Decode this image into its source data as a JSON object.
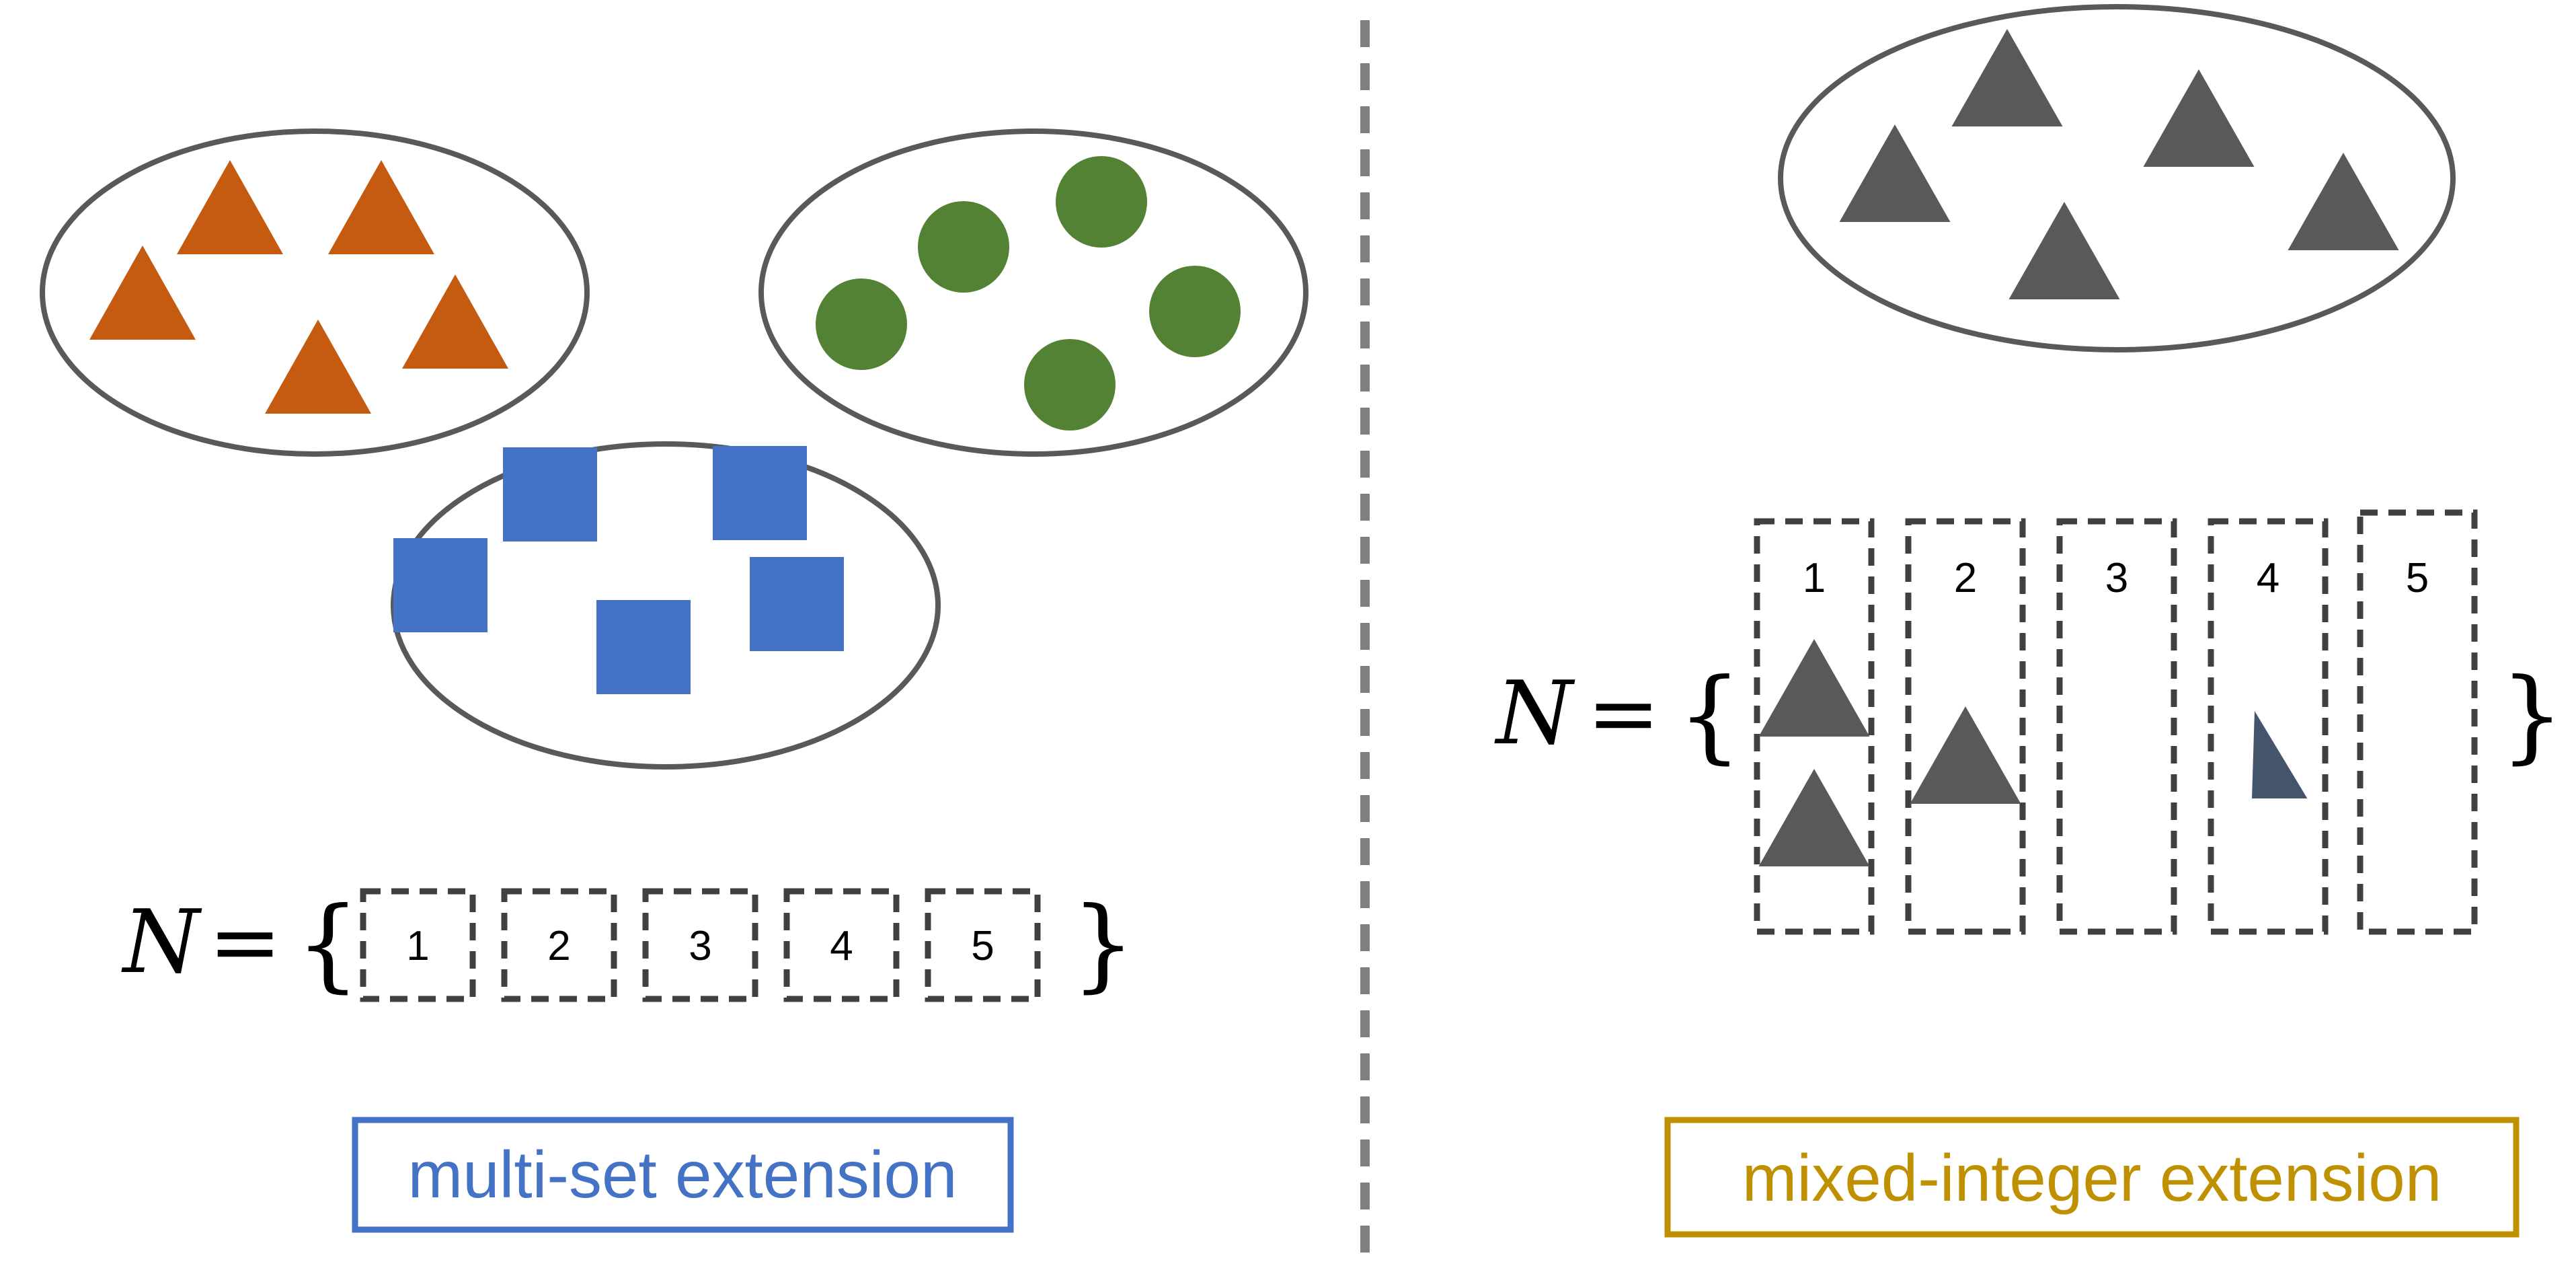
{
  "colors": {
    "ellipse_stroke": "#595959",
    "triangle_orange": "#c55a11",
    "circle_green": "#548235",
    "square_blue": "#4472c4",
    "triangle_gray": "#595959",
    "partial_triangle": "#44546a",
    "dashed_box": "#404040",
    "divider": "#808080",
    "label_blue": "#4472c4",
    "label_gold": "#bf9000"
  },
  "icons": {
    "orange": "triangle",
    "green": "circle",
    "blue": "square",
    "gray": "triangle"
  },
  "left": {
    "equation_lhs": "N",
    "equals": "=",
    "open_brace": "{",
    "close_brace": "}",
    "boxes": [
      "1",
      "2",
      "3",
      "4",
      "5"
    ],
    "label": "multi-set extension"
  },
  "right": {
    "equation_lhs": "N",
    "equals": "=",
    "open_brace": "{",
    "close_brace": "}",
    "columns": [
      {
        "label": "1",
        "triangles": 2
      },
      {
        "label": "2",
        "triangles": 1
      },
      {
        "label": "3",
        "triangles": 0
      },
      {
        "label": "4",
        "triangles": 0.5
      },
      {
        "label": "5",
        "triangles": 0
      }
    ],
    "label": "mixed-integer extension"
  }
}
